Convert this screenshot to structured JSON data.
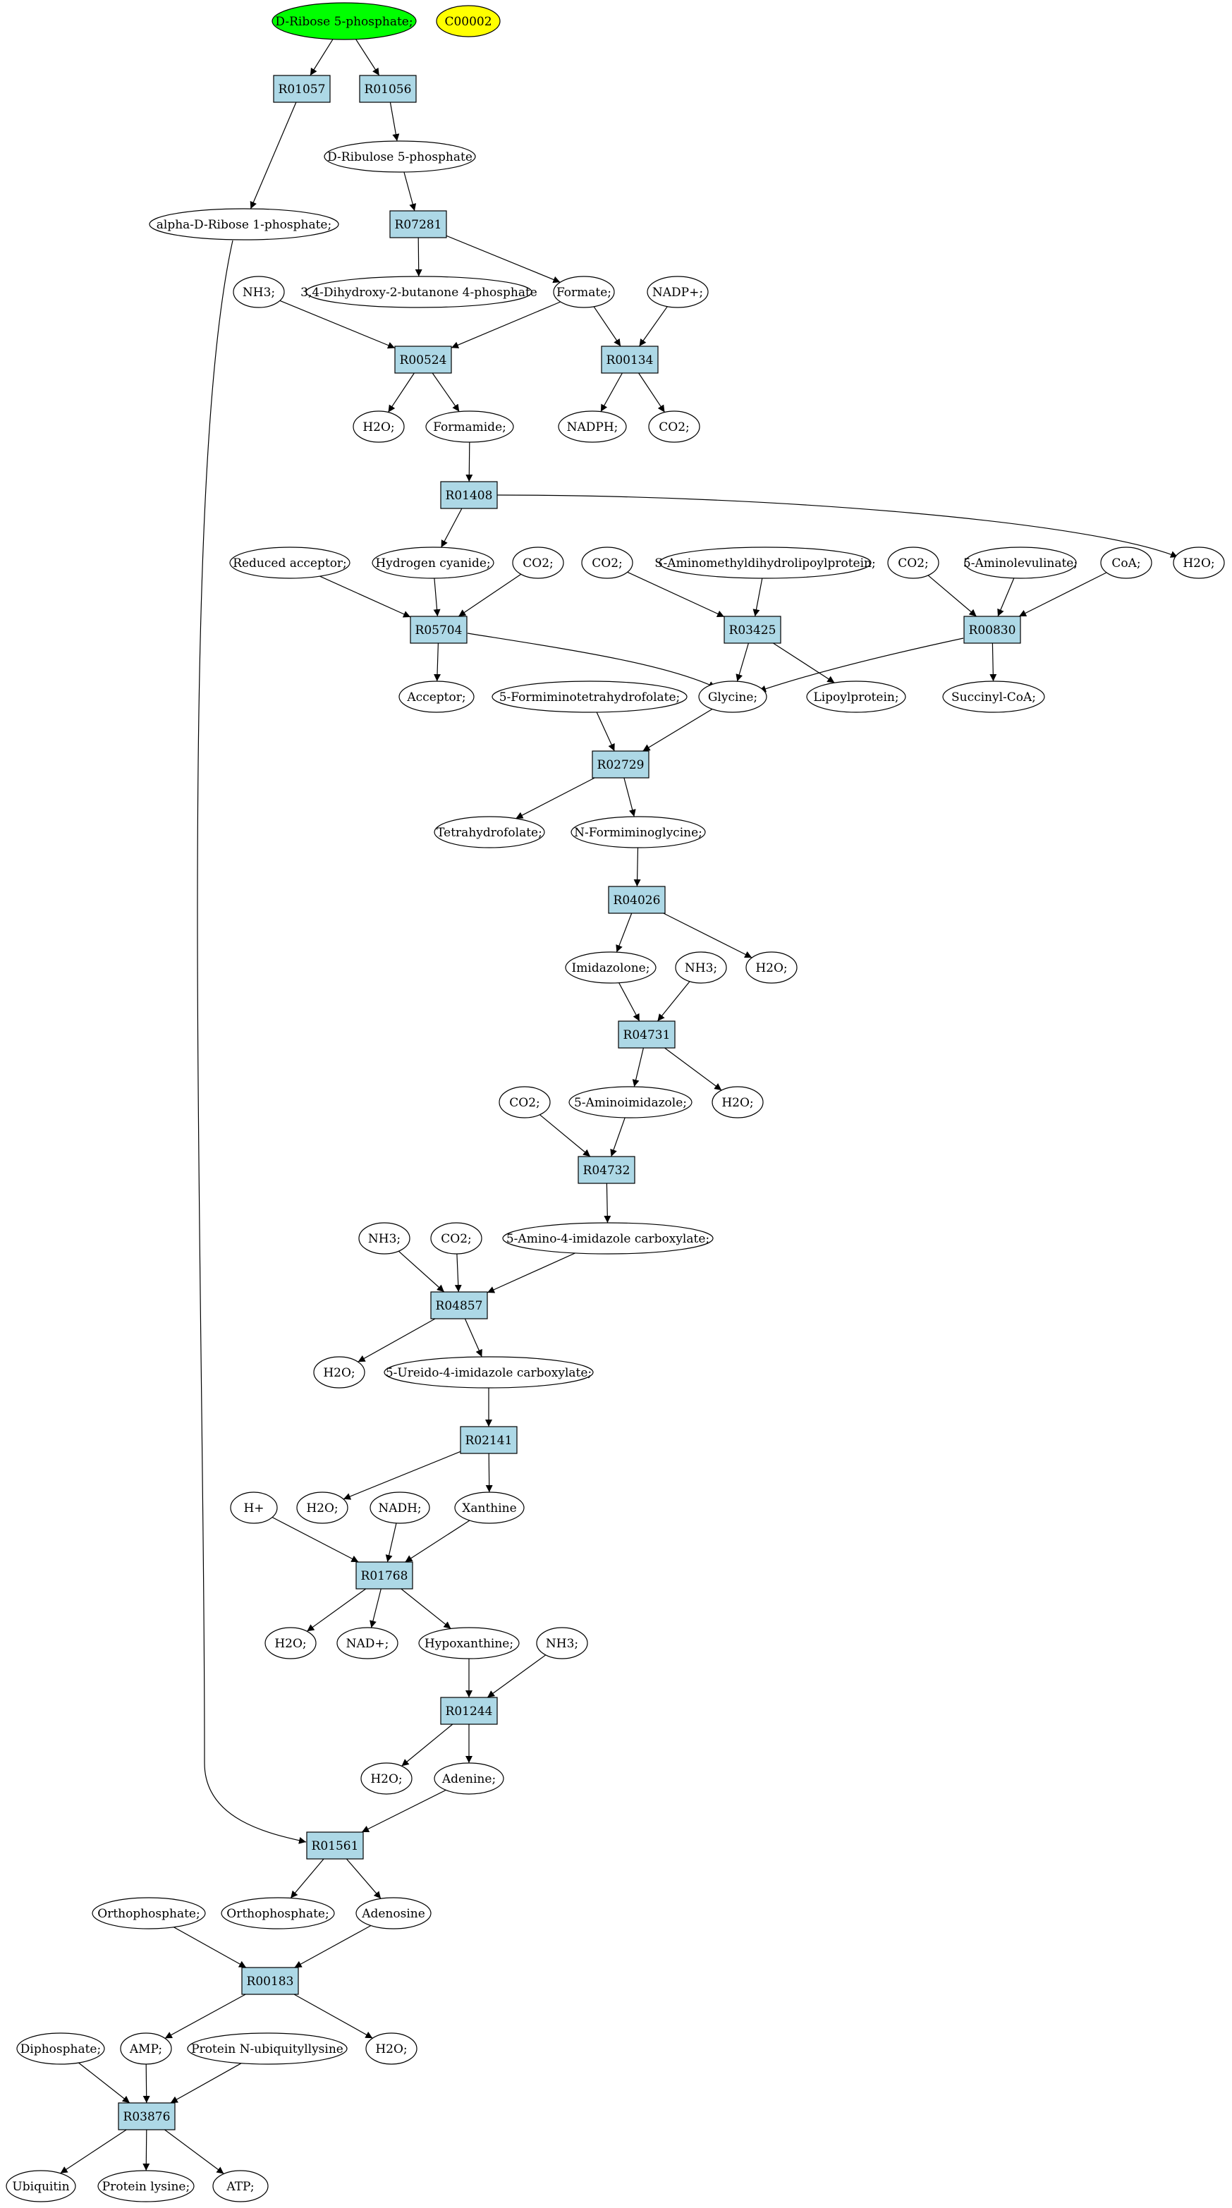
{
  "compounds": [
    {
      "id": "c_ribose5p",
      "label": "D-Ribose 5-phosphate;",
      "fill": "#00ff00"
    },
    {
      "id": "c_c00002",
      "label": "C00002",
      "fill": "#ffff00"
    },
    {
      "id": "c_ribulose5p",
      "label": "D-Ribulose 5-phosphate"
    },
    {
      "id": "c_ribose1p",
      "label": "alpha-D-Ribose 1-phosphate;"
    },
    {
      "id": "c_dihydroxy",
      "label": "3,4-Dihydroxy-2-butanone 4-phosphate"
    },
    {
      "id": "c_nh3_1",
      "label": "NH3;"
    },
    {
      "id": "c_formate",
      "label": "Formate;"
    },
    {
      "id": "c_nadp",
      "label": "NADP+;"
    },
    {
      "id": "c_h2o_1",
      "label": "H2O;"
    },
    {
      "id": "c_formamide",
      "label": "Formamide;"
    },
    {
      "id": "c_nadph",
      "label": "NADPH;"
    },
    {
      "id": "c_co2_1",
      "label": "CO2;"
    },
    {
      "id": "c_h2o_2",
      "label": "H2O;"
    },
    {
      "id": "c_reduced_acceptor",
      "label": "Reduced acceptor;"
    },
    {
      "id": "c_hcn",
      "label": "Hydrogen cyanide;"
    },
    {
      "id": "c_co2_2",
      "label": "CO2;"
    },
    {
      "id": "c_co2_3",
      "label": "CO2;"
    },
    {
      "id": "c_saminomethyl",
      "label": "S-Aminomethyldihydrolipoylprotein;"
    },
    {
      "id": "c_co2_4",
      "label": "CO2;"
    },
    {
      "id": "c_aminolevulinate",
      "label": "5-Aminolevulinate;"
    },
    {
      "id": "c_coa",
      "label": "CoA;"
    },
    {
      "id": "c_acceptor",
      "label": "Acceptor;"
    },
    {
      "id": "c_formiminothf",
      "label": "5-Formiminotetrahydrofolate;"
    },
    {
      "id": "c_glycine",
      "label": "Glycine;"
    },
    {
      "id": "c_lipoylprotein",
      "label": "Lipoylprotein;"
    },
    {
      "id": "c_succinylcoa",
      "label": "Succinyl-CoA;"
    },
    {
      "id": "c_thf",
      "label": "Tetrahydrofolate;"
    },
    {
      "id": "c_nformiminoglycine",
      "label": "N-Formiminoglycine;"
    },
    {
      "id": "c_imidazolone",
      "label": "Imidazolone;"
    },
    {
      "id": "c_nh3_2",
      "label": "NH3;"
    },
    {
      "id": "c_h2o_3",
      "label": "H2O;"
    },
    {
      "id": "c_co2_5",
      "label": "CO2;"
    },
    {
      "id": "c_aminoimidazole",
      "label": "5-Aminoimidazole;"
    },
    {
      "id": "c_h2o_4",
      "label": "H2O;"
    },
    {
      "id": "c_nh3_3",
      "label": "NH3;"
    },
    {
      "id": "c_co2_6",
      "label": "CO2;"
    },
    {
      "id": "c_aic",
      "label": "5-Amino-4-imidazole carboxylate;"
    },
    {
      "id": "c_h2o_5",
      "label": "H2O;"
    },
    {
      "id": "c_uic",
      "label": "5-Ureido-4-imidazole carboxylate;"
    },
    {
      "id": "c_hplus",
      "label": "H+"
    },
    {
      "id": "c_h2o_6",
      "label": "H2O;"
    },
    {
      "id": "c_nadh",
      "label": "NADH;"
    },
    {
      "id": "c_xanthine",
      "label": "Xanthine"
    },
    {
      "id": "c_h2o_7",
      "label": "H2O;"
    },
    {
      "id": "c_nad",
      "label": "NAD+;"
    },
    {
      "id": "c_hypoxanthine",
      "label": "Hypoxanthine;"
    },
    {
      "id": "c_nh3_4",
      "label": "NH3;"
    },
    {
      "id": "c_h2o_8",
      "label": "H2O;"
    },
    {
      "id": "c_adenine",
      "label": "Adenine;"
    },
    {
      "id": "c_ortho_1",
      "label": "Orthophosphate;"
    },
    {
      "id": "c_ortho_2",
      "label": "Orthophosphate;"
    },
    {
      "id": "c_adenosine",
      "label": "Adenosine"
    },
    {
      "id": "c_diphosphate",
      "label": "Diphosphate;"
    },
    {
      "id": "c_amp",
      "label": "AMP;"
    },
    {
      "id": "c_pnub",
      "label": "Protein N-ubiquityllysine"
    },
    {
      "id": "c_h2o_9",
      "label": "H2O;"
    },
    {
      "id": "c_ubiquitin",
      "label": "Ubiquitin"
    },
    {
      "id": "c_plysine",
      "label": "Protein lysine;"
    },
    {
      "id": "c_atp",
      "label": "ATP;"
    }
  ],
  "reactions": [
    {
      "id": "r_R01057",
      "label": "R01057"
    },
    {
      "id": "r_R01056",
      "label": "R01056"
    },
    {
      "id": "r_R07281",
      "label": "R07281"
    },
    {
      "id": "r_R00524",
      "label": "R00524"
    },
    {
      "id": "r_R00134",
      "label": "R00134"
    },
    {
      "id": "r_R01408",
      "label": "R01408"
    },
    {
      "id": "r_R05704",
      "label": "R05704"
    },
    {
      "id": "r_R03425",
      "label": "R03425"
    },
    {
      "id": "r_R00830",
      "label": "R00830"
    },
    {
      "id": "r_R02729",
      "label": "R02729"
    },
    {
      "id": "r_R04026",
      "label": "R04026"
    },
    {
      "id": "r_R04731",
      "label": "R04731"
    },
    {
      "id": "r_R04732",
      "label": "R04732"
    },
    {
      "id": "r_R04857",
      "label": "R04857"
    },
    {
      "id": "r_R02141",
      "label": "R02141"
    },
    {
      "id": "r_R01768",
      "label": "R01768"
    },
    {
      "id": "r_R01244",
      "label": "R01244"
    },
    {
      "id": "r_R01561",
      "label": "R01561"
    },
    {
      "id": "r_R00183",
      "label": "R00183"
    },
    {
      "id": "r_R03876",
      "label": "R03876"
    }
  ],
  "edges": [
    [
      "c_ribose5p",
      "r_R01057"
    ],
    [
      "c_ribose5p",
      "r_R01056"
    ],
    [
      "r_R01057",
      "c_ribose1p"
    ],
    [
      "r_R01056",
      "c_ribulose5p"
    ],
    [
      "c_ribulose5p",
      "r_R07281"
    ],
    [
      "r_R07281",
      "c_dihydroxy"
    ],
    [
      "r_R07281",
      "c_formate"
    ],
    [
      "c_nh3_1",
      "r_R00524"
    ],
    [
      "c_formate",
      "r_R00524"
    ],
    [
      "c_formate",
      "r_R00134"
    ],
    [
      "c_nadp",
      "r_R00134"
    ],
    [
      "r_R00524",
      "c_h2o_1"
    ],
    [
      "r_R00524",
      "c_formamide"
    ],
    [
      "r_R00134",
      "c_nadph"
    ],
    [
      "r_R00134",
      "c_co2_1"
    ],
    [
      "c_formamide",
      "r_R01408"
    ],
    [
      "r_R01408",
      "c_hcn"
    ],
    [
      "r_R01408",
      "c_h2o_2"
    ],
    [
      "c_reduced_acceptor",
      "r_R05704"
    ],
    [
      "c_hcn",
      "r_R05704"
    ],
    [
      "c_co2_2",
      "r_R05704"
    ],
    [
      "c_co2_3",
      "r_R03425"
    ],
    [
      "c_saminomethyl",
      "r_R03425"
    ],
    [
      "c_co2_4",
      "r_R00830"
    ],
    [
      "c_aminolevulinate",
      "r_R00830"
    ],
    [
      "c_coa",
      "r_R00830"
    ],
    [
      "r_R05704",
      "c_acceptor"
    ],
    [
      "r_R05704",
      "c_glycine"
    ],
    [
      "r_R03425",
      "c_glycine"
    ],
    [
      "r_R03425",
      "c_lipoylprotein"
    ],
    [
      "r_R00830",
      "c_glycine"
    ],
    [
      "r_R00830",
      "c_succinylcoa"
    ],
    [
      "c_formiminothf",
      "r_R02729"
    ],
    [
      "c_glycine",
      "r_R02729"
    ],
    [
      "r_R02729",
      "c_thf"
    ],
    [
      "r_R02729",
      "c_nformiminoglycine"
    ],
    [
      "c_nformiminoglycine",
      "r_R04026"
    ],
    [
      "r_R04026",
      "c_imidazolone"
    ],
    [
      "r_R04026",
      "c_h2o_3"
    ],
    [
      "c_imidazolone",
      "r_R04731"
    ],
    [
      "c_nh3_2",
      "r_R04731"
    ],
    [
      "r_R04731",
      "c_aminoimidazole"
    ],
    [
      "r_R04731",
      "c_h2o_4"
    ],
    [
      "c_co2_5",
      "r_R04732"
    ],
    [
      "c_aminoimidazole",
      "r_R04732"
    ],
    [
      "r_R04732",
      "c_aic"
    ],
    [
      "c_nh3_3",
      "r_R04857"
    ],
    [
      "c_co2_6",
      "r_R04857"
    ],
    [
      "c_aic",
      "r_R04857"
    ],
    [
      "r_R04857",
      "c_h2o_5"
    ],
    [
      "r_R04857",
      "c_uic"
    ],
    [
      "c_uic",
      "r_R02141"
    ],
    [
      "r_R02141",
      "c_h2o_6"
    ],
    [
      "r_R02141",
      "c_xanthine"
    ],
    [
      "c_hplus",
      "r_R01768"
    ],
    [
      "c_nadh",
      "r_R01768"
    ],
    [
      "c_xanthine",
      "r_R01768"
    ],
    [
      "r_R01768",
      "c_h2o_7"
    ],
    [
      "r_R01768",
      "c_nad"
    ],
    [
      "r_R01768",
      "c_hypoxanthine"
    ],
    [
      "c_hypoxanthine",
      "r_R01244"
    ],
    [
      "c_nh3_4",
      "r_R01244"
    ],
    [
      "r_R01244",
      "c_h2o_8"
    ],
    [
      "r_R01244",
      "c_adenine"
    ],
    [
      "c_ribose1p",
      "r_R01561"
    ],
    [
      "c_adenine",
      "r_R01561"
    ],
    [
      "r_R01561",
      "c_ortho_2"
    ],
    [
      "r_R01561",
      "c_adenosine"
    ],
    [
      "c_ortho_1",
      "r_R00183"
    ],
    [
      "c_adenosine",
      "r_R00183"
    ],
    [
      "r_R00183",
      "c_amp"
    ],
    [
      "r_R00183",
      "c_h2o_9"
    ],
    [
      "c_diphosphate",
      "r_R03876"
    ],
    [
      "c_amp",
      "r_R03876"
    ],
    [
      "c_pnub",
      "r_R03876"
    ],
    [
      "r_R03876",
      "c_ubiquitin"
    ],
    [
      "r_R03876",
      "c_plysine"
    ],
    [
      "r_R03876",
      "c_atp"
    ]
  ],
  "colors": {
    "reaction_fill": "#add8e6",
    "compound_fill": "#ffffff",
    "stroke": "#000000"
  }
}
